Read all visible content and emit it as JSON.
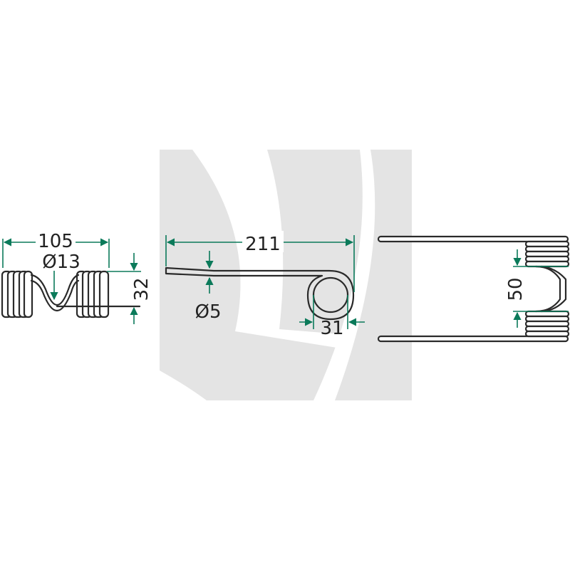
{
  "colors": {
    "dimension": "#0b7a5a",
    "watermark": "#e4e4e4",
    "wire": "#2a2a2a",
    "background": "#ffffff"
  },
  "watermark": {
    "icon": "brand-logo-watermark"
  },
  "views": {
    "side_view": {
      "overall_width": "105",
      "coil_diameter": "Ø13",
      "height": "32"
    },
    "profile_view": {
      "length": "211",
      "wire_diameter": "Ø5",
      "loop_diameter": "31"
    },
    "top_view": {
      "spacing": "50"
    }
  }
}
